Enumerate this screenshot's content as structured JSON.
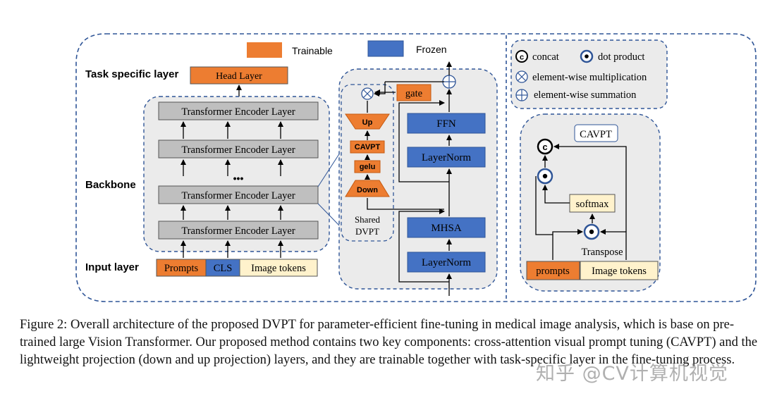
{
  "legend": {
    "trainable": "Trainable",
    "frozen": "Frozen"
  },
  "colors": {
    "trainable": "#ed7d31",
    "frozen": "#4472c4",
    "encoder": "#bfbfbf",
    "panel": "#ebebeb",
    "dash": "#2f5597",
    "token": "#fff2cc"
  },
  "labels": {
    "task": "Task specific layer",
    "backbone": "Backbone",
    "input": "Input layer",
    "head": "Head Layer",
    "ellipsis": "•••"
  },
  "encoders": [
    "Transformer Encoder Layer",
    "Transformer Encoder Layer",
    "Transformer Encoder Layer",
    "Transformer Encoder Layer"
  ],
  "inputs": {
    "prompts": "Prompts",
    "cls": "CLS",
    "image_tokens": "Image tokens"
  },
  "dvpt": {
    "gate": "gate",
    "up": "Up",
    "cavpt": "CAVPT",
    "gelu": "gelu",
    "down": "Down",
    "shared_line1": "Shared",
    "shared_line2": "DVPT"
  },
  "block": {
    "ffn": "FFN",
    "layernorm_top": "LayerNorm",
    "mhsa": "MHSA",
    "layernorm_bottom": "LayerNorm"
  },
  "symbols": {
    "concat": "concat",
    "dot": "dot product",
    "mult": "element-wise multiplication",
    "sum": "element-wise summation"
  },
  "cavpt": {
    "title": "CAVPT",
    "softmax": "softmax",
    "transpose": "Transpose",
    "prompts": "prompts",
    "image_tokens": "Image tokens"
  },
  "caption": "Figure 2: Overall architecture of the proposed DVPT for parameter-efficient fine-tuning in medical image analysis, which is base on pre-trained large Vision Transformer. Our proposed method contains two key components: cross-attention visual prompt tuning (CAVPT) and the lightweight projection (down and up projection) layers, and they are trainable together with task-specific layer in the fine-tuning process.",
  "watermark": "知乎 @CV计算机视觉"
}
